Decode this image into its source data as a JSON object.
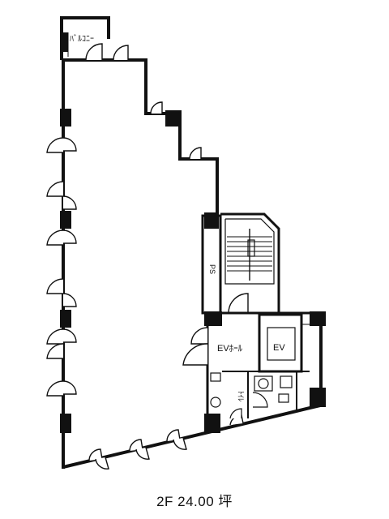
{
  "caption": "2F 24.00 坪",
  "labels": {
    "balcony": "ﾊﾞﾙｺﾆｰ",
    "ev_hall": "EVﾎｰﾙ",
    "ev": "EV",
    "ps": "PS",
    "toilet": "ﾄｲﾚ"
  },
  "colors": {
    "wall": "#111111",
    "background": "#ffffff"
  }
}
